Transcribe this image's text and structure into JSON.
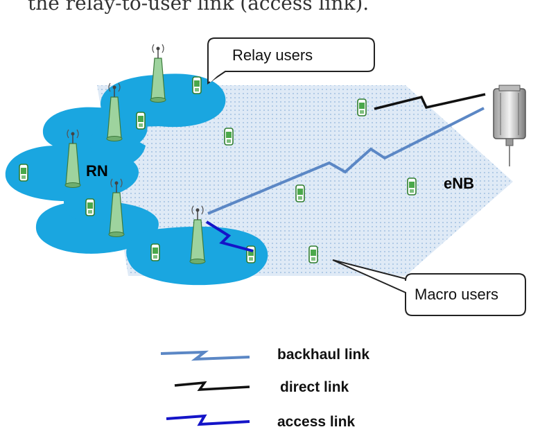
{
  "header_fragment": "the relay-to-user link (access link).",
  "callouts": {
    "relay_users": "Relay users",
    "macro_users": "Macro users"
  },
  "labels": {
    "rn": "RN",
    "enb": "eNB"
  },
  "legend": {
    "backhaul": "backhaul link",
    "direct": "direct link",
    "access": "access link"
  },
  "colors": {
    "coverage": "#c9dff2",
    "relay_cell": "#1aa6e0",
    "backhaul": "#5b87c5",
    "direct": "#111111",
    "access": "#1414c8",
    "phone": "#4aa84a"
  }
}
